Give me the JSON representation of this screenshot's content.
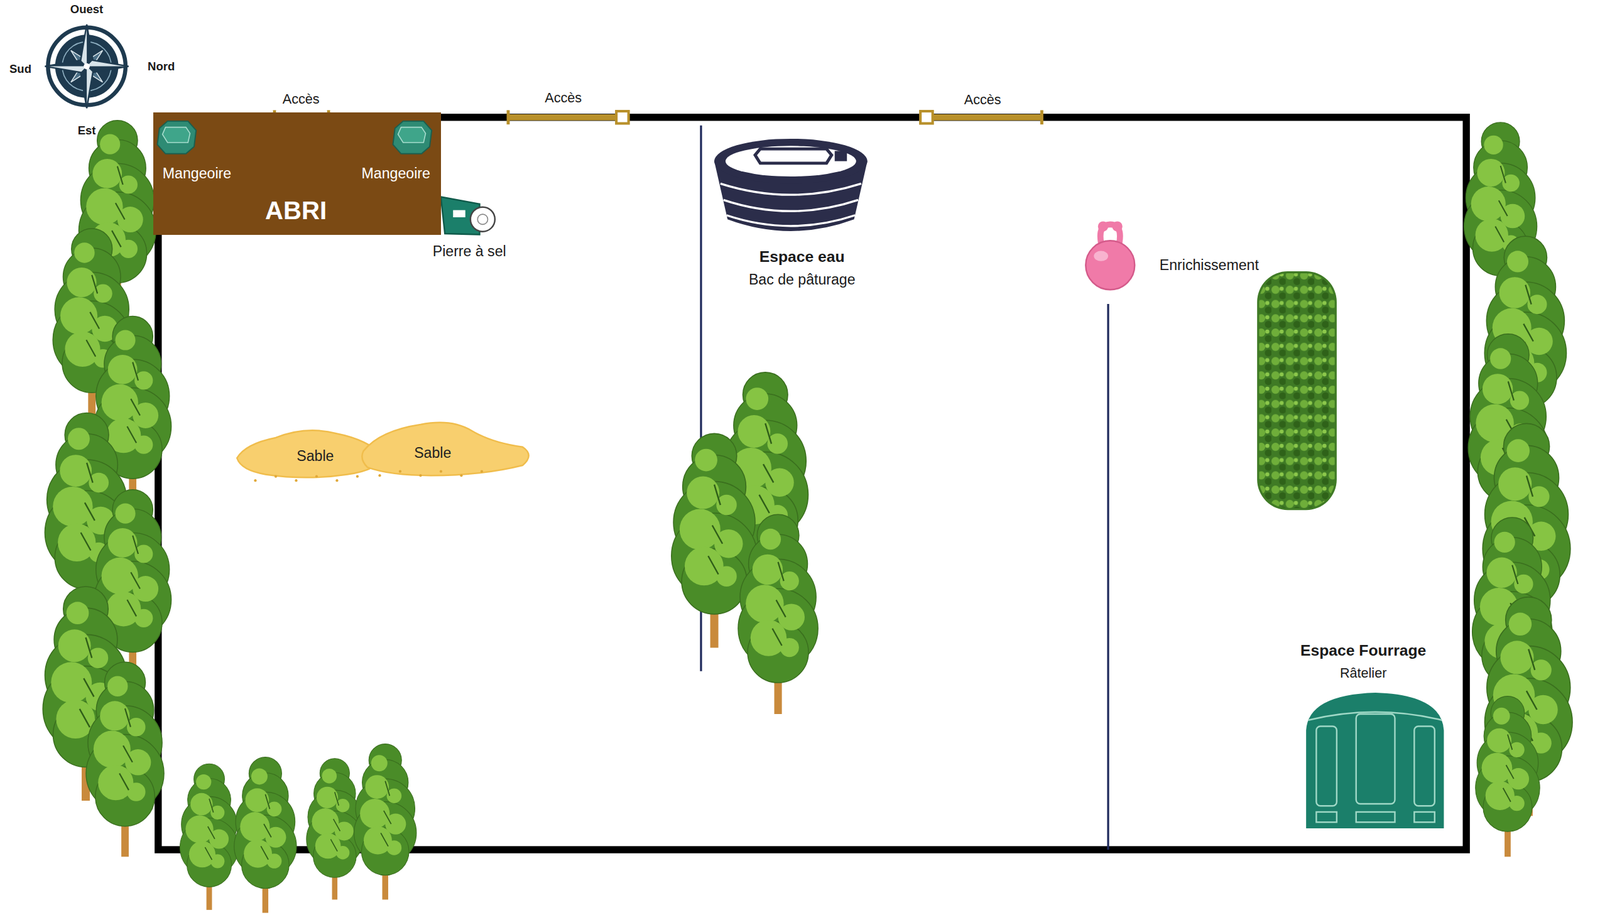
{
  "diagram": {
    "nodes": [
      {
        "text": [
          "ABRI"
        ]
      },
      {
        "text": [
          "Mangeoire"
        ],
        "in": 0
      },
      {
        "text": [
          "Mangeoire"
        ],
        "in": 0
      },
      {
        "text": [
          "Sable"
        ]
      },
      {
        "text": [
          "Sable"
        ]
      }
    ],
    "labels": [
      "Ouest",
      "Sud",
      "Nord",
      "Est",
      "Accès",
      "Accès",
      "Accès",
      "Pierre à sel",
      "Espace eau",
      "Bac de pâturage",
      "Enrichissement",
      "Espace Fourrage",
      "Râtelier"
    ]
  }
}
